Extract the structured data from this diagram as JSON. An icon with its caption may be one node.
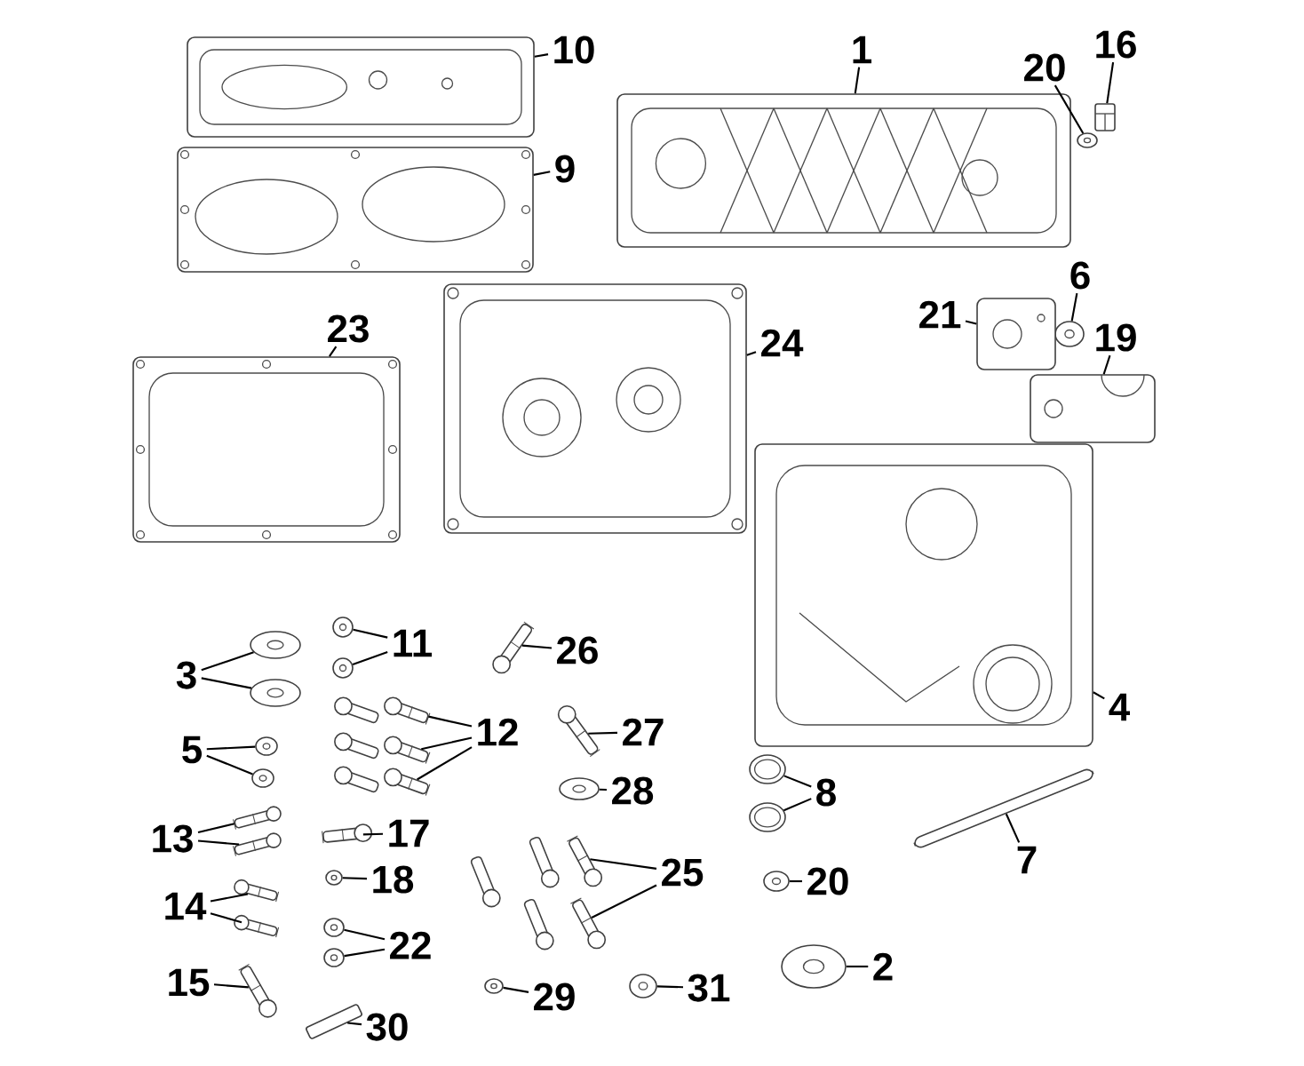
{
  "diagram": {
    "nodes": [
      {
        "text": [
          "10"
        ]
      },
      {
        "text": [],
        "shape": "picture"
      },
      {
        "text": [
          "1"
        ]
      },
      {
        "text": [],
        "shape": "picture"
      },
      {
        "text": [
          "20"
        ]
      },
      {
        "text": [],
        "shape": "picture"
      },
      {
        "text": [
          "16"
        ]
      },
      {
        "text": [],
        "shape": "picture"
      },
      {
        "text": [
          "9"
        ]
      },
      {
        "text": [],
        "shape": "picture"
      },
      {
        "text": [
          "6"
        ]
      },
      {
        "text": [],
        "shape": "picture"
      },
      {
        "text": [
          "21"
        ]
      },
      {
        "text": [],
        "shape": "picture"
      },
      {
        "text": [
          "19"
        ]
      },
      {
        "text": [],
        "shape": "picture"
      },
      {
        "text": [
          "23"
        ]
      },
      {
        "text": [],
        "shape": "picture"
      },
      {
        "text": [
          "24"
        ]
      },
      {
        "text": [],
        "shape": "picture"
      },
      {
        "text": [
          "4"
        ]
      },
      {
        "text": [],
        "shape": "picture"
      },
      {
        "text": [
          "3"
        ]
      },
      {
        "text": [],
        "shape": "picture"
      },
      {
        "text": [],
        "shape": "picture"
      },
      {
        "text": [
          "11"
        ]
      },
      {
        "text": [],
        "shape": "picture"
      },
      {
        "text": [],
        "shape": "picture"
      },
      {
        "text": [
          "26"
        ]
      },
      {
        "text": [],
        "shape": "picture"
      },
      {
        "text": [
          "12"
        ]
      },
      {
        "text": [],
        "shape": "picture"
      },
      {
        "text": [],
        "shape": "picture"
      },
      {
        "text": [],
        "shape": "picture"
      },
      {
        "text": [
          "5"
        ]
      },
      {
        "text": [],
        "shape": "picture"
      },
      {
        "text": [],
        "shape": "picture"
      },
      {
        "text": [
          "27"
        ]
      },
      {
        "text": [],
        "shape": "picture"
      },
      {
        "text": [
          "28"
        ]
      },
      {
        "text": [],
        "shape": "picture"
      },
      {
        "text": [
          "8"
        ]
      },
      {
        "text": [],
        "shape": "picture"
      },
      {
        "text": [],
        "shape": "picture"
      },
      {
        "text": [
          "13"
        ]
      },
      {
        "text": [],
        "shape": "picture"
      },
      {
        "text": [],
        "shape": "picture"
      },
      {
        "text": [
          "17"
        ]
      },
      {
        "text": [],
        "shape": "picture"
      },
      {
        "text": [
          "25"
        ]
      },
      {
        "text": [],
        "shape": "picture"
      },
      {
        "text": [],
        "shape": "picture"
      },
      {
        "text": [
          "7"
        ]
      },
      {
        "text": [],
        "shape": "picture"
      },
      {
        "text": [
          "18"
        ]
      },
      {
        "text": [],
        "shape": "picture"
      },
      {
        "text": [
          "20"
        ]
      },
      {
        "text": [],
        "shape": "picture"
      },
      {
        "text": [
          "14"
        ]
      },
      {
        "text": [],
        "shape": "picture"
      },
      {
        "text": [],
        "shape": "picture"
      },
      {
        "text": [
          "22"
        ]
      },
      {
        "text": [],
        "shape": "picture"
      },
      {
        "text": [],
        "shape": "picture"
      },
      {
        "text": [
          "15"
        ]
      },
      {
        "text": [],
        "shape": "picture"
      },
      {
        "text": [
          "2"
        ]
      },
      {
        "text": [],
        "shape": "picture"
      },
      {
        "text": [
          "29"
        ]
      },
      {
        "text": [],
        "shape": "picture"
      },
      {
        "text": [
          "31"
        ]
      },
      {
        "text": [],
        "shape": "picture"
      },
      {
        "text": [
          "30"
        ]
      },
      {
        "text": [],
        "shape": "picture"
      }
    ],
    "edges": [
      {
        "from": 0,
        "to": 1,
        "arrow": "none"
      },
      {
        "from": 2,
        "to": 3,
        "arrow": "none"
      },
      {
        "from": 4,
        "to": 5,
        "arrow": "none"
      },
      {
        "from": 6,
        "to": 7,
        "arrow": "none"
      },
      {
        "from": 8,
        "to": 9,
        "arrow": "none"
      },
      {
        "from": 10,
        "to": 11,
        "arrow": "none"
      },
      {
        "from": 12,
        "to": 13,
        "arrow": "none"
      },
      {
        "from": 14,
        "to": 15,
        "arrow": "none"
      },
      {
        "from": 16,
        "to": 17,
        "arrow": "none"
      },
      {
        "from": 18,
        "to": 19,
        "arrow": "none"
      },
      {
        "from": 20,
        "to": 21,
        "arrow": "none"
      },
      {
        "from": 22,
        "to": 23,
        "arrow": "none"
      },
      {
        "from": 22,
        "to": 24,
        "arrow": "none"
      },
      {
        "from": 25,
        "to": 26,
        "arrow": "none"
      },
      {
        "from": 25,
        "to": 27,
        "arrow": "none"
      },
      {
        "from": 28,
        "to": 29,
        "arrow": "none"
      },
      {
        "from": 30,
        "to": 31,
        "arrow": "none"
      },
      {
        "from": 30,
        "to": 32,
        "arrow": "none"
      },
      {
        "from": 30,
        "to": 33,
        "arrow": "none"
      },
      {
        "from": 34,
        "to": 35,
        "arrow": "none"
      },
      {
        "from": 34,
        "to": 36,
        "arrow": "none"
      },
      {
        "from": 37,
        "to": 38,
        "arrow": "none"
      },
      {
        "from": 39,
        "to": 40,
        "arrow": "none"
      },
      {
        "from": 41,
        "to": 42,
        "arrow": "none"
      },
      {
        "from": 41,
        "to": 43,
        "arrow": "none"
      },
      {
        "from": 44,
        "to": 45,
        "arrow": "none"
      },
      {
        "from": 44,
        "to": 46,
        "arrow": "none"
      },
      {
        "from": 47,
        "to": 48,
        "arrow": "none"
      },
      {
        "from": 49,
        "to": 50,
        "arrow": "none"
      },
      {
        "from": 49,
        "to": 51,
        "arrow": "none"
      },
      {
        "from": 52,
        "to": 53,
        "arrow": "none"
      },
      {
        "from": 54,
        "to": 55,
        "arrow": "none"
      },
      {
        "from": 56,
        "to": 57,
        "arrow": "none"
      },
      {
        "from": 58,
        "to": 59,
        "arrow": "none"
      },
      {
        "from": 58,
        "to": 60,
        "arrow": "none"
      },
      {
        "from": 61,
        "to": 62,
        "arrow": "none"
      },
      {
        "from": 61,
        "to": 63,
        "arrow": "none"
      },
      {
        "from": 64,
        "to": 65,
        "arrow": "none"
      },
      {
        "from": 66,
        "to": 67,
        "arrow": "none"
      },
      {
        "from": 68,
        "to": 69,
        "arrow": "none"
      },
      {
        "from": 70,
        "to": 71,
        "arrow": "none"
      },
      {
        "from": 72,
        "to": 73,
        "arrow": "none"
      }
    ]
  }
}
